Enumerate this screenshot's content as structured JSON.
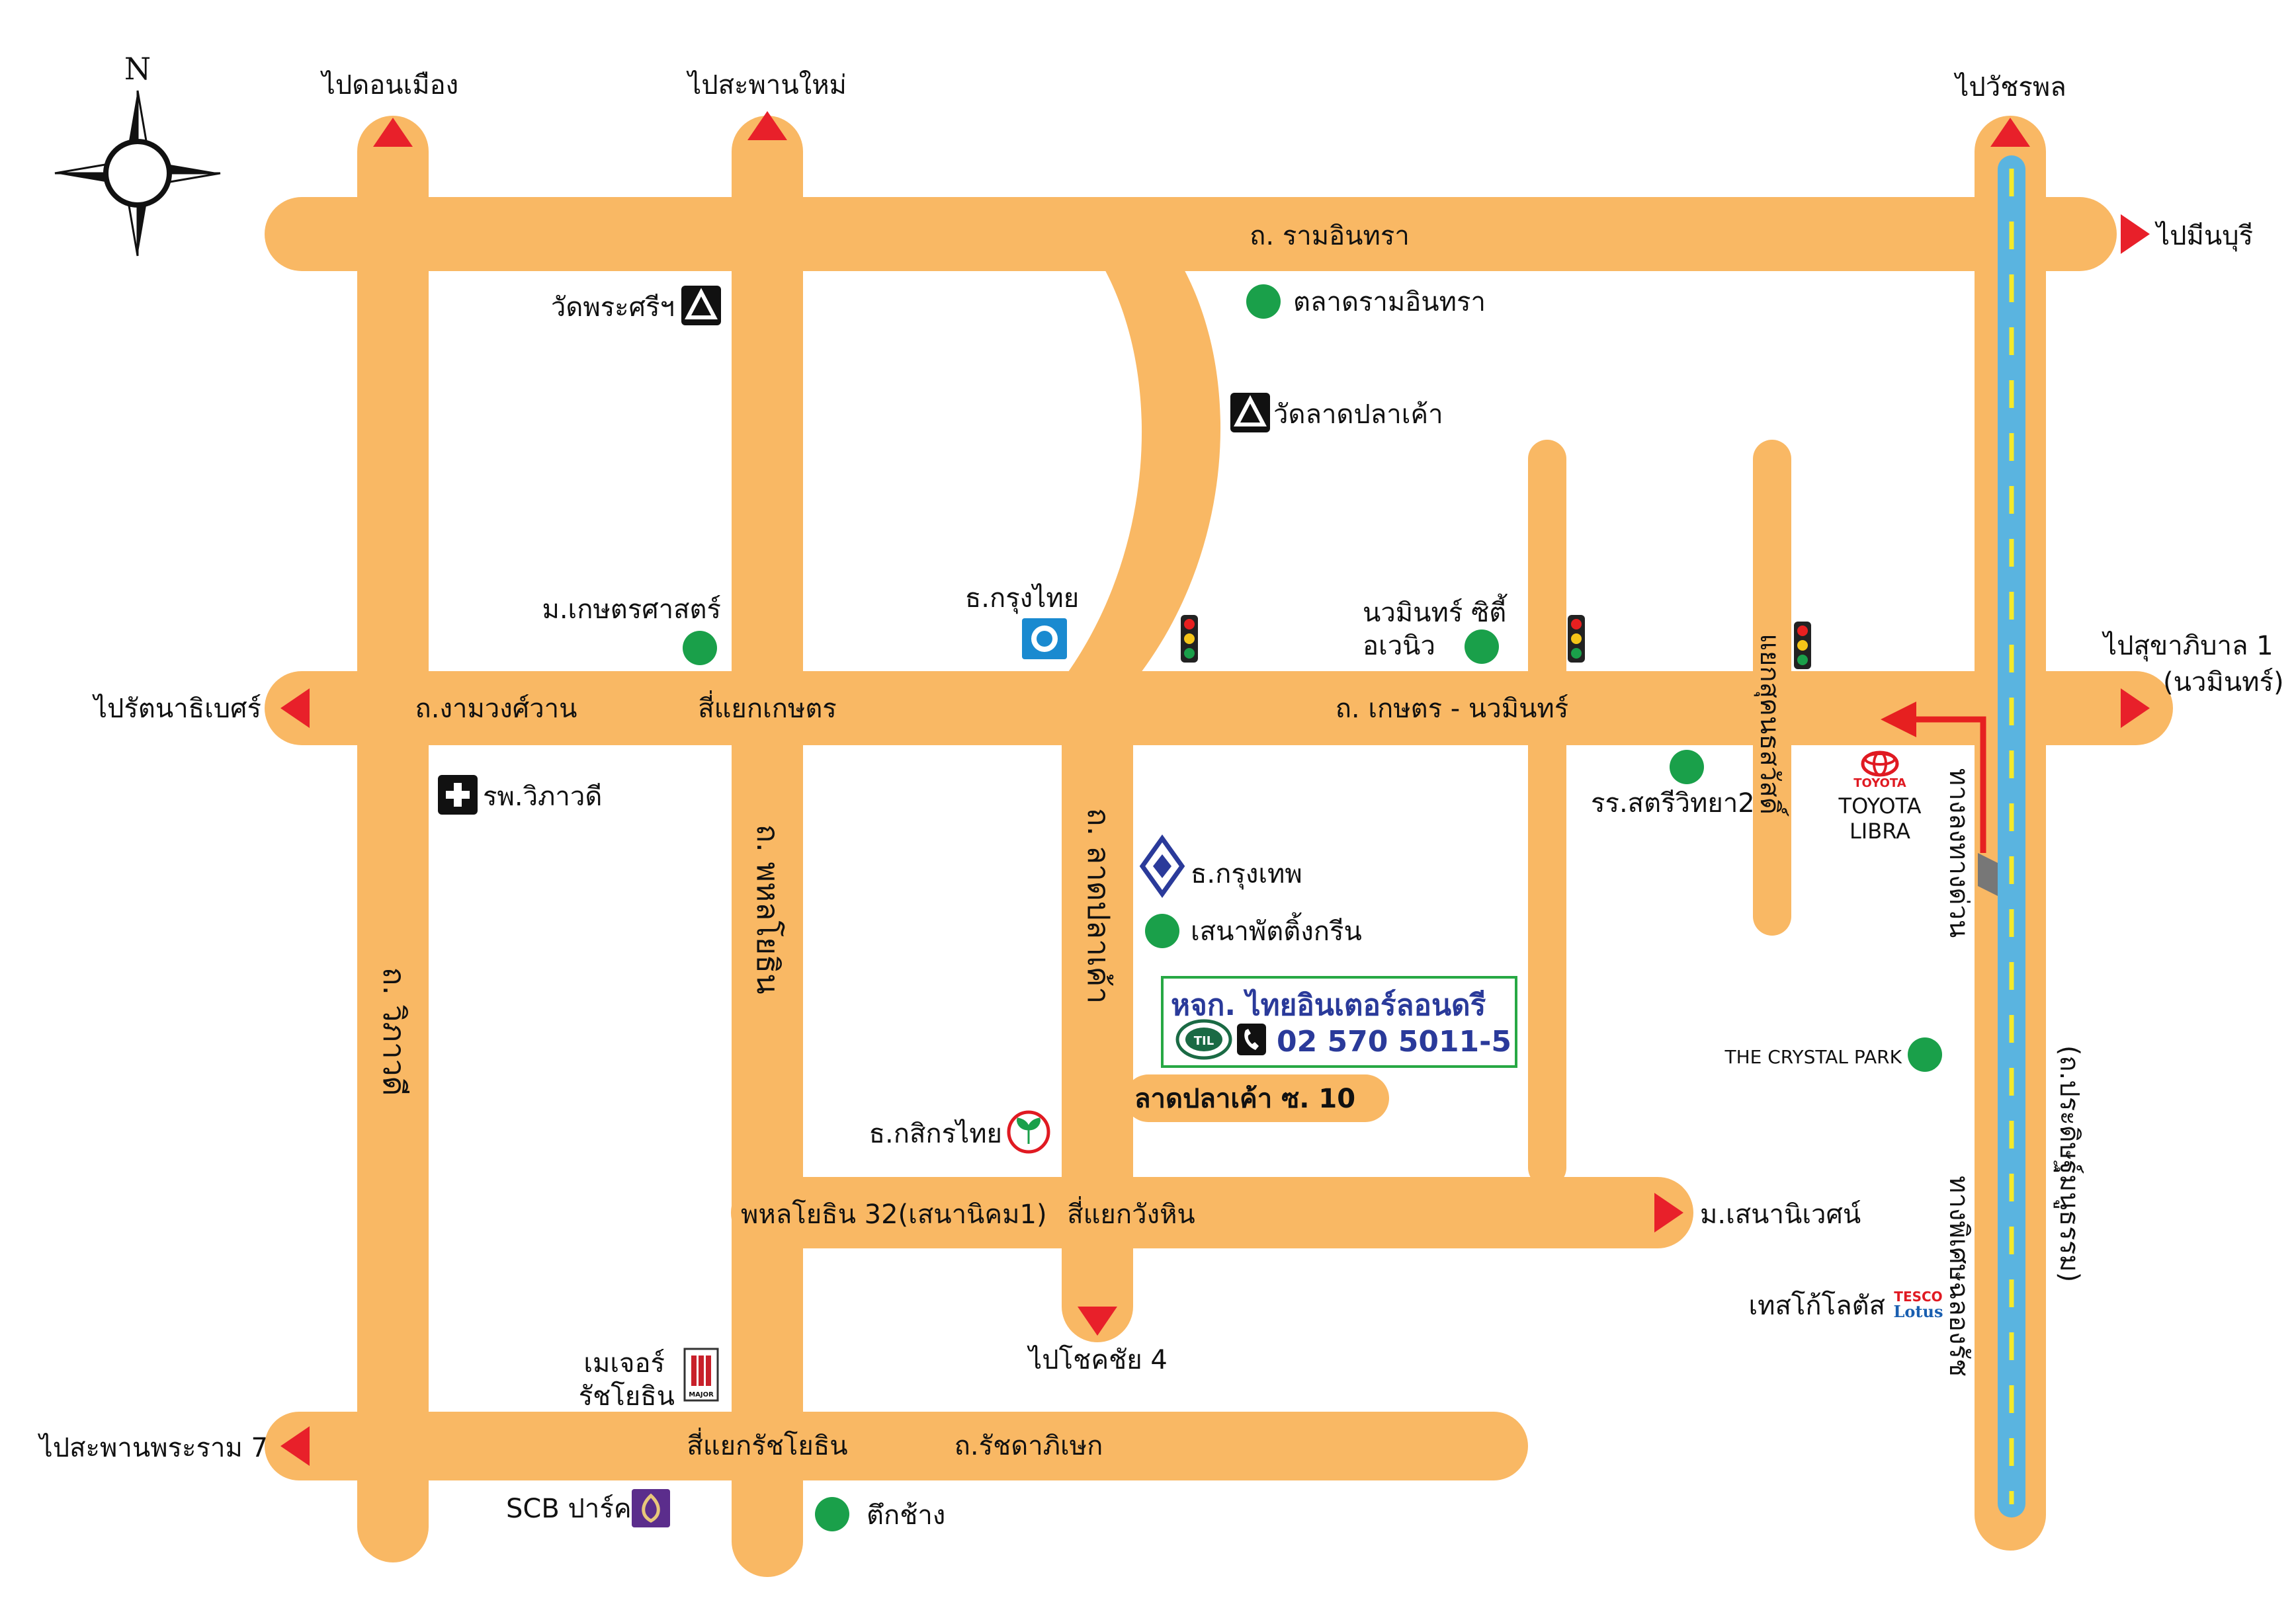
{
  "compass": {
    "north_label": "N"
  },
  "roads": {
    "ram_inthra": "ถ. รามอินทรา",
    "ngam_wong_wan": "ถ.งามวงศ์วาน",
    "kaset_nawamin": "ถ. เกษตร - นวมินทร์",
    "phahon_yothin": "ถ. พหลโยธิน",
    "lat_pla_khao": "ถ. ลาดปลาเค้า",
    "vibhavadi": "ถ. วิภาวดี",
    "ratchadaphisek": "ถ.รัชดาภิเษก",
    "phahon_32": "พหลโยธิน 32(เสนานิคม1)",
    "lat_pla_khao_10": "ลาดปลาเค้า ซ. 10",
    "expressway": "ทางพิเศษฉลองรัช",
    "outer_side_road": "ถนนประดิษฐ์มนูธรรม",
    "outer_side_road_2": "(ถ.ประดิษฐ์มนูธรรม)",
    "chalong_rat_exit": "ทางลงทางด่วน"
  },
  "intersections": {
    "kaset": "สี่แยกเกษตร",
    "wang_hin": "สี่แยกวังหิน",
    "ratchayothin": "สี่แยกรัชโยธิน",
    "nuan_chan": "แยกสุคนธสวัสดิ์"
  },
  "directions": {
    "don_mueang": "ไปดอนเมือง",
    "saphan_mai": "ไปสะพานใหม่",
    "watcharaphon": "ไปวัชรพล",
    "min_buri": "ไปมีนบุรี",
    "sukhaphiban_1": "ไปสุขาภิบาล 1",
    "nawamin": "(นวมินทร์)",
    "rattanathibet": "ไปรัตนาธิเบศร์",
    "phra_ram_7": "ไปสะพานพระราม 7",
    "chok_chai_4": "ไปโชคชัย 4",
    "senanivet": "ม.เสนานิเวศน์"
  },
  "landmarks": {
    "wat_phra_si": "วัดพระศรีฯ",
    "talad_ram_inthra": "ตลาดรามอินทรา",
    "wat_lat_pla_khao": "วัดลาดปลาเค้า",
    "kasetsart": "ม.เกษตรศาสตร์",
    "krung_thai": "ธ.กรุงไทย",
    "nawamin_city_1": "นวมินทร์ ซิตี้",
    "nawamin_city_2": "อเวนิว",
    "satri_witthaya_2": "รร.สตรีวิทยา2",
    "toyota_brand": "TOYOTA",
    "toyota_name": "TOYOTA",
    "toyota_name_2": "LIBRA",
    "vibhavadi_hospital": "รพ.วิภาวดี",
    "bangkok_bank": "ธ.กรุงเทพ",
    "sena_fest": "เสนาพัตติ้งกรีน",
    "crystal_park": "THE CRYSTAL PARK",
    "kasikorn": "ธ.กสิกรไทย",
    "tesco": "เทสโก้โลตัส",
    "tesco_logo_1": "TESCO",
    "tesco_logo_2": "Lotus",
    "major_1": "เมเจอร์",
    "major_2": "รัชโยธิน",
    "major_logo": "MAJOR",
    "scb_park": "SCB ปาร์ค",
    "tuk_chang": "ตึกช้าง",
    "til_logo": "TIL"
  },
  "company": {
    "name": "หจก. ไทยอินเตอร์ลอนดรี",
    "phone": "02 570 5011-5"
  },
  "colors": {
    "road": "#f9b864",
    "expressway": "#5ab4e0",
    "arrow": "#e8202a",
    "green_dot": "#1aa04a",
    "company_border": "#27a844",
    "company_text": "#2a3a9a",
    "route_arrow": "#e62020"
  }
}
